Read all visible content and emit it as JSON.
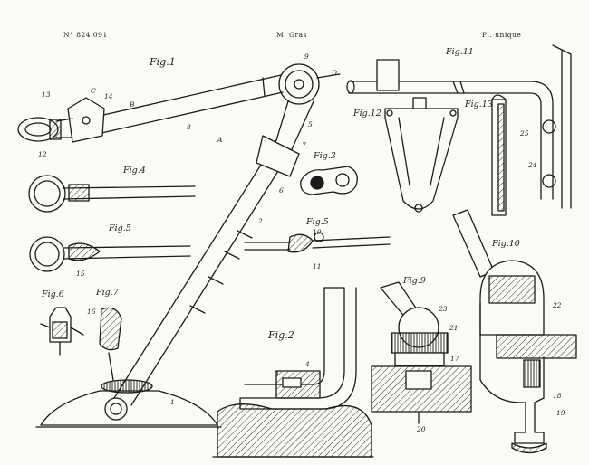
{
  "header": {
    "patent_number": "N° 824.091",
    "inventor": "M. Gras",
    "plate": "Pl. unique"
  },
  "figures": {
    "fig1": "Fig.1",
    "fig2": "Fig.2",
    "fig3": "Fig.3",
    "fig4": "Fig.4",
    "fig5a": "Fig.5",
    "fig5b": "Fig.5",
    "fig6": "Fig.6",
    "fig7": "Fig.7",
    "fig9": "Fig.9",
    "fig10": "Fig.10",
    "fig11": "Fig.11",
    "fig12": "Fig.12",
    "fig13": "Fig.13"
  },
  "callouts": {
    "n1": "1",
    "n2": "2",
    "n3": "3",
    "n4": "4",
    "n5": "5",
    "n6": "6",
    "n7": "7",
    "n8": "8",
    "n9": "9",
    "n10": "10",
    "n11": "11",
    "n12": "12",
    "n13": "13",
    "n14": "14",
    "n15": "15",
    "n16": "16",
    "n17": "17",
    "n18": "18",
    "n19": "19",
    "n20": "20",
    "n21": "21",
    "n22": "22",
    "n23": "23",
    "n24": "24",
    "n25": "25",
    "A": "A",
    "B": "B",
    "C": "C",
    "D": "D"
  }
}
